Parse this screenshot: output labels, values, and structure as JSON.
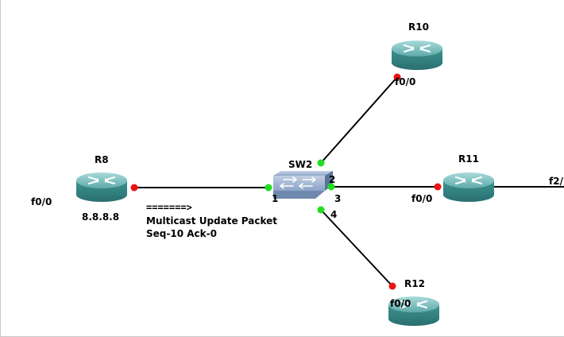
{
  "colors": {
    "router_body": "#3a8f8f",
    "router_top": "#7fc0c0",
    "switch_body": "#8aa3c7",
    "link": "#000000",
    "port_up": "#22dd22",
    "port_down": "#ee1111"
  },
  "devices": {
    "r8": {
      "name": "R8",
      "icon": "router-icon"
    },
    "r10": {
      "name": "R10",
      "icon": "router-icon"
    },
    "r11": {
      "name": "R11",
      "icon": "router-icon"
    },
    "r12": {
      "name": "R12",
      "icon": "router-icon"
    },
    "sw2": {
      "name": "SW2",
      "icon": "switch-icon"
    }
  },
  "labels": {
    "r8_interface": "f0/0",
    "r8_ip": "8.8.8.8",
    "r10_interface": "f0/0",
    "r11_interface": "f0/0",
    "r11_interface_right": "f2/",
    "r12_interface": "f0/0",
    "sw2_port1": "1",
    "sw2_port2": "2",
    "sw2_port3": "3",
    "sw2_port4": "4"
  },
  "annotation": {
    "arrow": "=======>",
    "line1": "Multicast Update Packet",
    "line2": "Seq-10 Ack-0"
  }
}
